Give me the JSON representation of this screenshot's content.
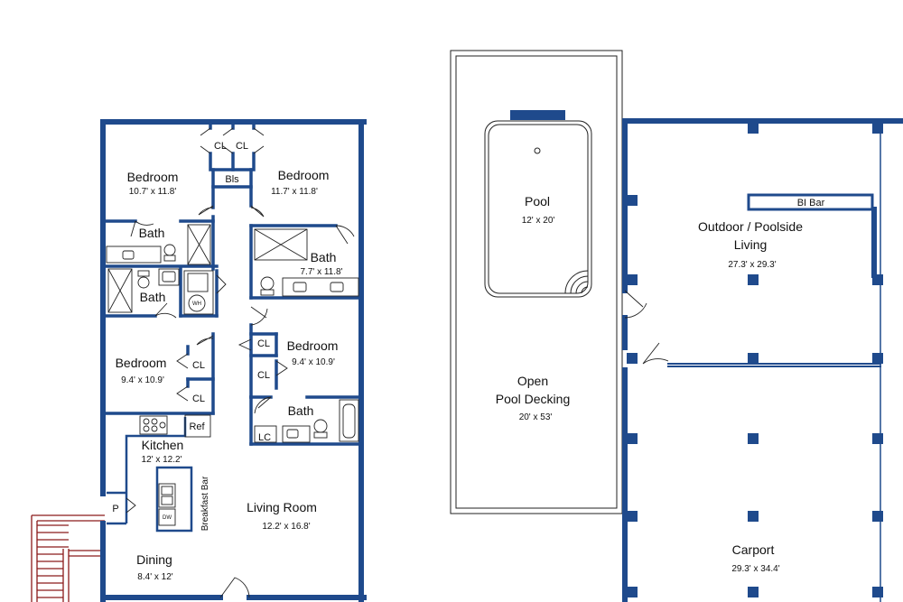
{
  "colors": {
    "wall": "#1f4a8c",
    "fixture": "#222222",
    "stair": "#8b1a1a",
    "background": "#ffffff"
  },
  "rooms": {
    "bedroom_nw": {
      "name": "Bedroom",
      "dims": "10.7' x 11.8'"
    },
    "bedroom_ne": {
      "name": "Bedroom",
      "dims": "11.7' x 11.8'"
    },
    "bath_w1": {
      "name": "Bath"
    },
    "bath_w2": {
      "name": "Bath"
    },
    "bath_e1": {
      "name": "Bath",
      "dims": "7.7' x 11.8'"
    },
    "bedroom_w": {
      "name": "Bedroom",
      "dims": "9.4' x 10.9'"
    },
    "bedroom_e": {
      "name": "Bedroom",
      "dims": "9.4' x 10.9'"
    },
    "bath_e2": {
      "name": "Bath"
    },
    "kitchen": {
      "name": "Kitchen",
      "dims": "12' x 12.2'"
    },
    "living": {
      "name": "Living Room",
      "dims": "12.2' x 16.8'"
    },
    "dining": {
      "name": "Dining",
      "dims": "8.4' x 12'"
    },
    "pool": {
      "name": "Pool",
      "dims": "12' x 20'"
    },
    "decking": {
      "name_line1": "Open",
      "name_line2": "Pool Decking",
      "dims": "20' x 53'"
    },
    "outdoor": {
      "name_line1": "Outdoor / Poolside",
      "name_line2": "Living",
      "dims": "27.3' x 29.3'"
    },
    "carport": {
      "name": "Carport",
      "dims": "29.3' x 34.4'"
    }
  },
  "fixtures": {
    "cl": "CL",
    "bls": "Bls",
    "lc": "LC",
    "ref": "Ref",
    "pantry": "P",
    "wh": "WH",
    "dw": "DW",
    "breakfast_bar": "Breakfast Bar",
    "bi_bar": "BI Bar"
  }
}
